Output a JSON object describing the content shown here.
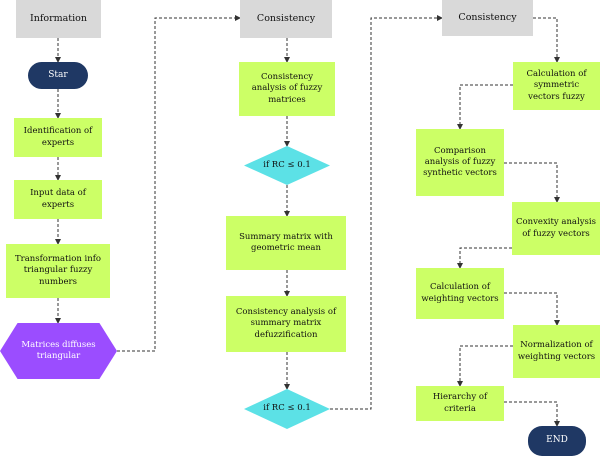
{
  "header_information": "Information",
  "header_consistency_1": "Consistency",
  "header_consistency_2": "Consistency",
  "start": "Star",
  "identification": "Identification of experts",
  "input_data": "Input data of experts",
  "transformation": "Transformation info triangular fuzzy numbers",
  "matrices": "Matrices diffuses triangular",
  "consistency_analysis": "Consistency analysis of fuzzy matrices",
  "check_1": "if RC ≤ 0.1",
  "summary_matrix": "Summary matrix with geometric mean",
  "consistency_summary": "Consistency analysis of summary matrix defuzzification",
  "check_2": "if RC ≤ 0.1",
  "calc_symmetric": "Calculation of symmetric vectors fuzzy",
  "comparison": "Comparison analysis of fuzzy synthetic vectors",
  "convexity": "Convexity analysis of fuzzy vectors",
  "calc_weighting": "Calculation of weighting vectors",
  "normalization": "Normalization of weighting vectors",
  "hierarchy": "Hierarchy of criteria",
  "end": "END",
  "colors": {
    "header": "#d9d9d9",
    "process": "#ccff66",
    "decision": "#5ce1e6",
    "terminal": "#1f3864",
    "matrices": "#9b4dff",
    "connector": "#333333"
  }
}
